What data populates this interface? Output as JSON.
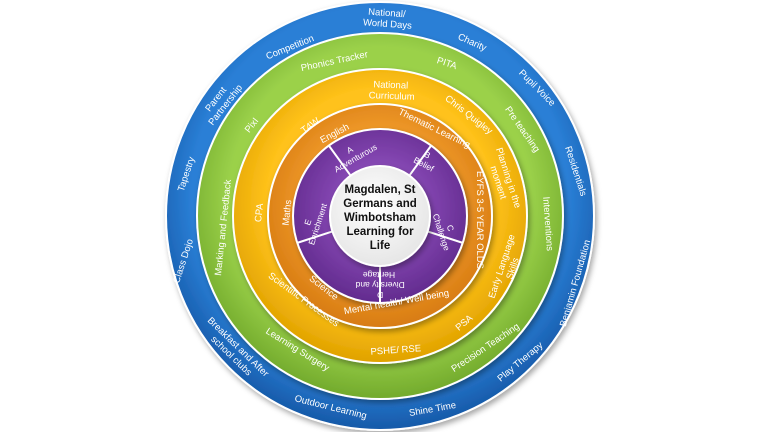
{
  "diagram": {
    "center_lines": [
      "Magdalen, St",
      "Germans and",
      "Wimbotsham",
      "Learning for",
      "Life"
    ],
    "rings": [
      {
        "name": "outer-ring",
        "color": "#1f6fc4",
        "items": [
          {
            "id": "national-world-days",
            "lines": [
              "National/",
              "World Days"
            ]
          },
          {
            "id": "charity",
            "lines": [
              "Charity"
            ]
          },
          {
            "id": "pupil-voice",
            "lines": [
              "Pupil Voice"
            ]
          },
          {
            "id": "residentials",
            "lines": [
              "Residentials"
            ]
          },
          {
            "id": "benjamin-foundation",
            "lines": [
              "Benjamin Foundation"
            ]
          },
          {
            "id": "play-therapy",
            "lines": [
              "Play Therapy"
            ]
          },
          {
            "id": "shine-time",
            "lines": [
              "Shine Time"
            ]
          },
          {
            "id": "outdoor-learning",
            "lines": [
              "Outdoor Learning"
            ]
          },
          {
            "id": "breakfast-after-school-clubs",
            "lines": [
              "Breakfast and After",
              "school clubs"
            ]
          },
          {
            "id": "class-dojo",
            "lines": [
              "Class Dojo"
            ]
          },
          {
            "id": "tapestry",
            "lines": [
              "Tapestry"
            ]
          },
          {
            "id": "parent-partnership",
            "lines": [
              "Parent",
              "Partnership"
            ]
          },
          {
            "id": "competition",
            "lines": [
              "Competition"
            ]
          }
        ]
      },
      {
        "name": "green-ring",
        "color": "#8dc63f",
        "items": [
          {
            "id": "phonics-tracker",
            "lines": [
              "Phonics Tracker"
            ]
          },
          {
            "id": "pita",
            "lines": [
              "PITA"
            ]
          },
          {
            "id": "pre-teaching",
            "lines": [
              "Pre teaching"
            ]
          },
          {
            "id": "interventions",
            "lines": [
              "Interventions"
            ]
          },
          {
            "id": "precision-teaching",
            "lines": [
              "Precision Teaching"
            ]
          },
          {
            "id": "learning-surgery",
            "lines": [
              "Learning Surgery"
            ]
          },
          {
            "id": "marking-feedback",
            "lines": [
              "Marking and Feedback"
            ]
          },
          {
            "id": "pixl",
            "lines": [
              "PixI"
            ]
          }
        ]
      },
      {
        "name": "yellow-ring",
        "color": "#f5b800",
        "items": [
          {
            "id": "national-curriculum",
            "lines": [
              "National",
              "Curriculum"
            ]
          },
          {
            "id": "chris-quigley",
            "lines": [
              "Chris Quigley"
            ]
          },
          {
            "id": "planning-in-moment",
            "lines": [
              "Planning in the",
              "moment"
            ]
          },
          {
            "id": "early-language-skills",
            "lines": [
              "Early Language",
              "Skills"
            ]
          },
          {
            "id": "pse",
            "lines": [
              "PSA"
            ]
          },
          {
            "id": "pshe-rse",
            "lines": [
              "PSHE/ RSE"
            ]
          },
          {
            "id": "scientific-processes",
            "lines": [
              "Scientific Processes"
            ]
          },
          {
            "id": "cpa",
            "lines": [
              "CPA"
            ]
          },
          {
            "id": "t4w",
            "lines": [
              "T4W"
            ]
          }
        ]
      },
      {
        "name": "orange-ring",
        "color": "#e8901f",
        "items": [
          {
            "id": "english",
            "lines": [
              "English"
            ]
          },
          {
            "id": "thematic-learning",
            "lines": [
              "Thematic Learning"
            ]
          },
          {
            "id": "eyfs",
            "lines": [
              "EYFS 3-5 YEAR OLDS"
            ]
          },
          {
            "id": "mental-health",
            "lines": [
              "Mental health/ Well being"
            ]
          },
          {
            "id": "science",
            "lines": [
              "Science"
            ]
          },
          {
            "id": "maths",
            "lines": [
              "Maths"
            ]
          }
        ]
      },
      {
        "name": "purple-ring",
        "color": "#7b3fa8",
        "items": [
          {
            "id": "adventurous",
            "lines": [
              "A",
              "Adventurous"
            ]
          },
          {
            "id": "belief",
            "lines": [
              "B",
              "Belief"
            ]
          },
          {
            "id": "challenge",
            "lines": [
              "C",
              "Challenge"
            ]
          },
          {
            "id": "diversity-heritage",
            "lines": [
              "D",
              "Diversity and",
              "Heritage"
            ]
          },
          {
            "id": "enrichment",
            "lines": [
              "E",
              "Enrichment"
            ]
          }
        ]
      }
    ]
  }
}
